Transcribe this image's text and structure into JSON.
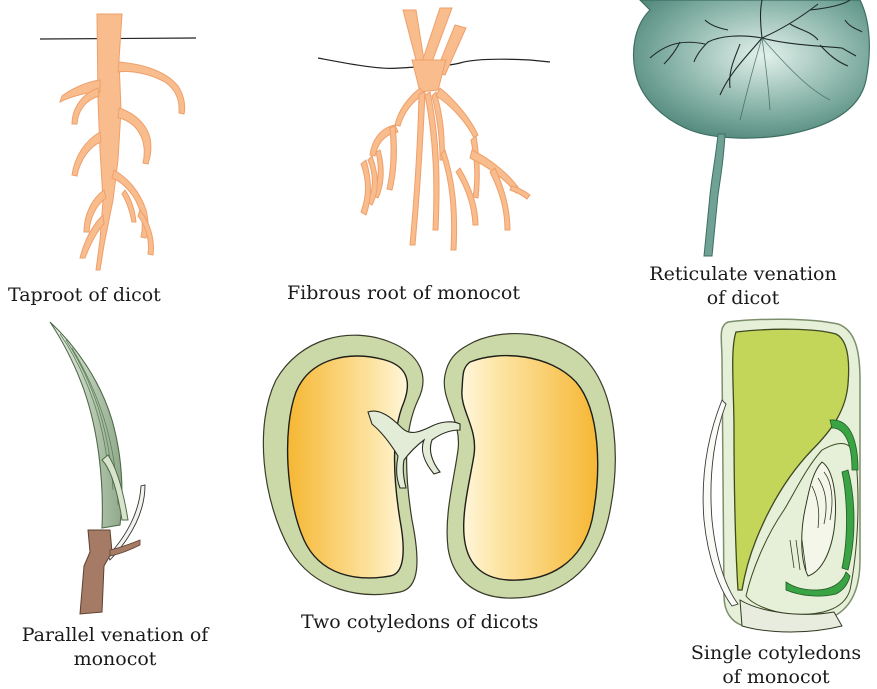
{
  "captions": {
    "taproot": "Taproot of dicot",
    "fibrous": "Fibrous root of monocot",
    "reticulate_line1": "Reticulate venation",
    "reticulate_line2": "of dicot",
    "parallel_line1": "Parallel venation of",
    "parallel_line2": "monocot",
    "two_cotyledons": "Two cotyledons of dicots",
    "single_line1": "Single cotyledons",
    "single_line2": "of monocot"
  },
  "colors": {
    "root": "#f7b98a",
    "root_edge": "#e8935a",
    "leaf_dark": "#5f9688",
    "leaf_light": "#d8ece4",
    "seed_coat": "#c9d7a6",
    "cotyledon": "#f5c24a",
    "endosperm": "#bfd25a",
    "embryo": "#3aa344",
    "stalk": "#9d7460"
  }
}
